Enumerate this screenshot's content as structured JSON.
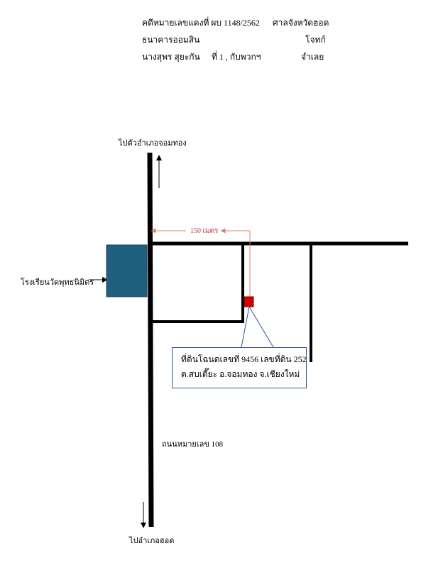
{
  "header": {
    "case_label": "คดีหมายเลขแดงที่ ผบ 1148/2562",
    "court": "ศาลจังหวัดฮอด",
    "plaintiff_name": "ธนาคารออมสิน",
    "plaintiff_role": "โจทก์",
    "defendant_name": "นางสุพร  สุยะกัน",
    "defendant_index": "ที่ 1 , กับพวกฯ",
    "defendant_role": "จำเลย"
  },
  "map": {
    "north_direction": "ไปตัวอำเภอจอมทอง",
    "south_direction": "ไปอำเภอฮอด",
    "highway_label": "ถนนหมายเลข 108",
    "school_label": "โรงเรียนวัดพุทธนิมิตร",
    "distance_label": "150 เมตร",
    "land_line1": "ที่ดินโฉนดเลขที่ 9456  เลขที่ดิน 252",
    "land_line2": "ต.สบเตี๊ยะ  อ.จอมทอง  จ.เชียงใหม่",
    "colors": {
      "road": "#000000",
      "school_building": "#1f5f80",
      "land_marker": "#d40000",
      "distance_arrow": "#e08060",
      "callout_border": "#2f5597"
    }
  }
}
